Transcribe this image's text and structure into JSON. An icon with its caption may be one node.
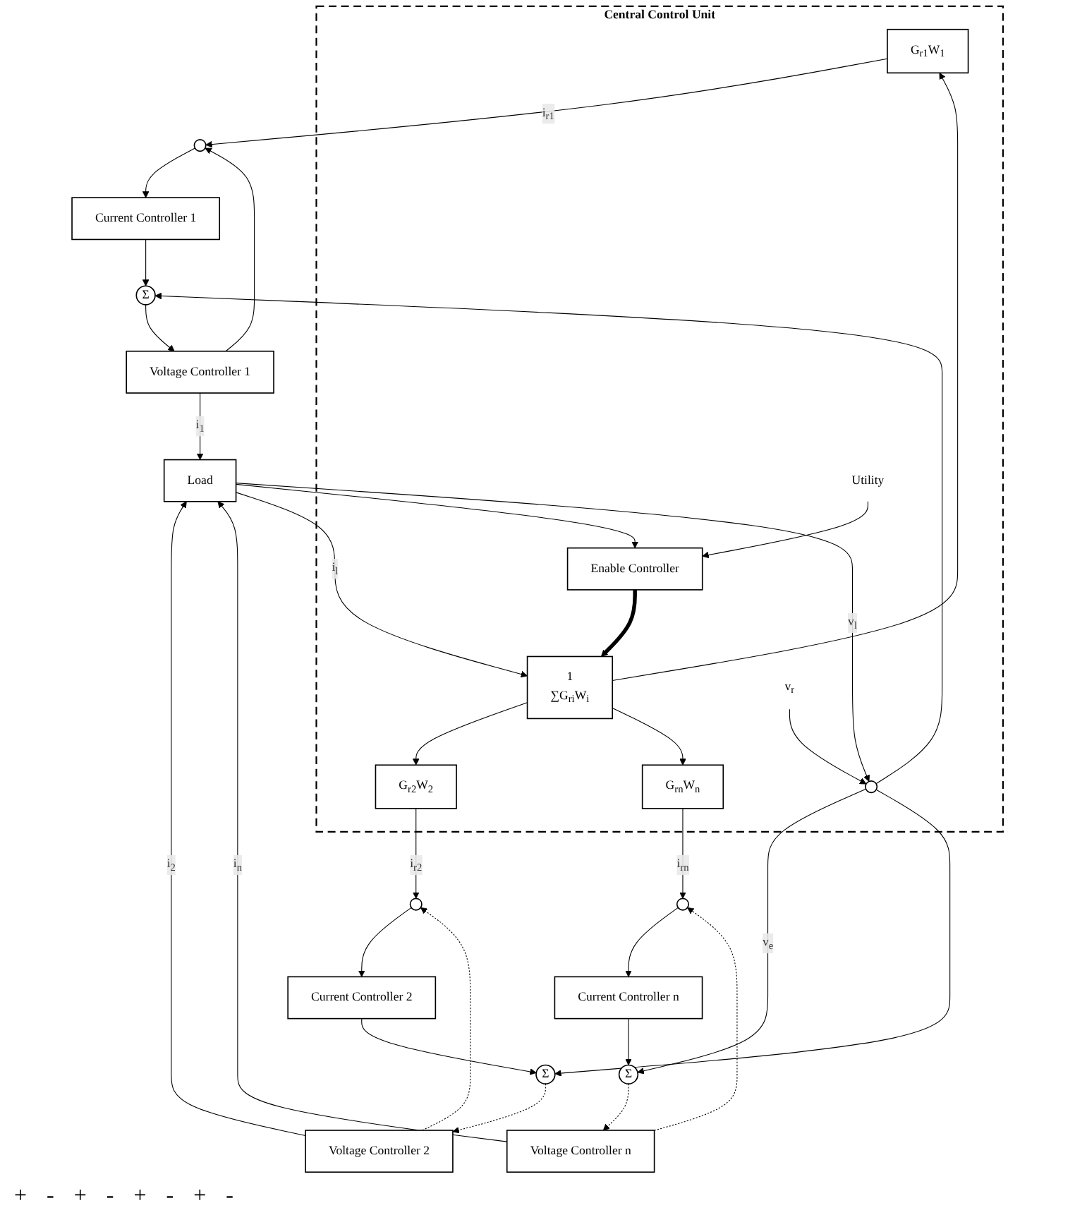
{
  "diagram": {
    "nodes": [
      {
        "text": [
          "Central Control Unit"
        ]
      },
      {
        "text": [
          "G$_{r1}$W$_{1}$"
        ],
        "in": 0
      },
      {
        "text": [
          "G$_{r2}$W$_{2}$"
        ],
        "in": 0
      },
      {
        "text": [
          "G$_{rn}$W$_{n}$"
        ],
        "in": 0
      },
      {
        "text": [
          "1",
          "∑G$_{ri}$W$_{i}$"
        ],
        "in": 0
      },
      {
        "text": [
          "Enable Controller"
        ],
        "in": 0
      },
      {
        "text": [
          "v$_{r}$"
        ],
        "in": 0
      },
      {
        "text": [],
        "shape": "circle",
        "in": 0
      },
      {
        "text": [
          "Utility"
        ],
        "in": 0
      },
      {
        "text": [
          "Load"
        ]
      },
      {
        "text": [],
        "shape": "circle"
      },
      {
        "text": [
          "Current Controller n"
        ]
      },
      {
        "text": [
          "Σ"
        ]
      },
      {
        "text": [
          "Voltage Controller n"
        ]
      },
      {
        "text": [],
        "shape": "circle"
      },
      {
        "text": [
          "Current Controller 2"
        ]
      },
      {
        "text": [
          "Σ"
        ]
      },
      {
        "text": [
          "Voltage Controller 2"
        ]
      },
      {
        "text": [],
        "shape": "circle"
      },
      {
        "text": [
          "Current Controller 1"
        ]
      },
      {
        "text": [
          "Σ"
        ]
      },
      {
        "text": [
          "Voltage Controller 1"
        ]
      }
    ],
    "edges": [
      {
        "from": 4,
        "to": 1,
        "arrow": "to"
      },
      {
        "from": 4,
        "to": 2,
        "arrow": "to"
      },
      {
        "from": 4,
        "to": 3,
        "arrow": "to"
      },
      {
        "from": 9,
        "to": 4,
        "arrow": "to",
        "label": "i$_{l}$"
      },
      {
        "from": 9,
        "to": 5,
        "arrow": "to"
      },
      {
        "from": 5,
        "to": 4,
        "arrow": "to",
        "style": "thick"
      },
      {
        "from": 8,
        "to": 5,
        "arrow": "to"
      },
      {
        "from": 6,
        "to": 7,
        "arrow": "to"
      },
      {
        "from": 9,
        "to": 7,
        "arrow": "to",
        "label": "v$_{l}$"
      },
      {
        "from": 7,
        "to": 12,
        "arrow": "to",
        "label": "v$_{e}$"
      },
      {
        "from": 7,
        "to": 16,
        "arrow": "to"
      },
      {
        "from": 7,
        "to": 20,
        "arrow": "to"
      },
      {
        "from": 1,
        "to": 18,
        "arrow": "to",
        "label": "i$_{r1}$"
      },
      {
        "from": 2,
        "to": 14,
        "arrow": "to",
        "label": "i$_{r2}$"
      },
      {
        "from": 3,
        "to": 10,
        "arrow": "to",
        "label": "i$_{rn}$"
      },
      {
        "from": 10,
        "to": 11,
        "arrow": "to"
      },
      {
        "from": 11,
        "to": 12,
        "arrow": "to"
      },
      {
        "from": 12,
        "to": 13,
        "arrow": "to",
        "style": "dashed"
      },
      {
        "from": 13,
        "to": 9,
        "arrow": "to",
        "label": "i$_{n}$"
      },
      {
        "from": 13,
        "to": 10,
        "arrow": "to",
        "style": "dashed"
      },
      {
        "from": 14,
        "to": 15,
        "arrow": "to"
      },
      {
        "from": 15,
        "to": 16,
        "arrow": "to"
      },
      {
        "from": 16,
        "to": 17,
        "arrow": "to",
        "style": "dashed"
      },
      {
        "from": 17,
        "to": 9,
        "arrow": "to",
        "label": "i$_{2}$"
      },
      {
        "from": 17,
        "to": 14,
        "arrow": "to",
        "style": "dashed"
      },
      {
        "from": 18,
        "to": 19,
        "arrow": "to"
      },
      {
        "from": 19,
        "to": 20,
        "arrow": "to"
      },
      {
        "from": 20,
        "to": 21,
        "arrow": "to"
      },
      {
        "from": 21,
        "to": 9,
        "arrow": "to",
        "label": "i$_{1}$"
      },
      {
        "from": 21,
        "to": 18,
        "arrow": "to"
      }
    ],
    "labels": [
      "+",
      "-",
      "+",
      "-",
      "+",
      "-",
      "+",
      "-"
    ]
  }
}
